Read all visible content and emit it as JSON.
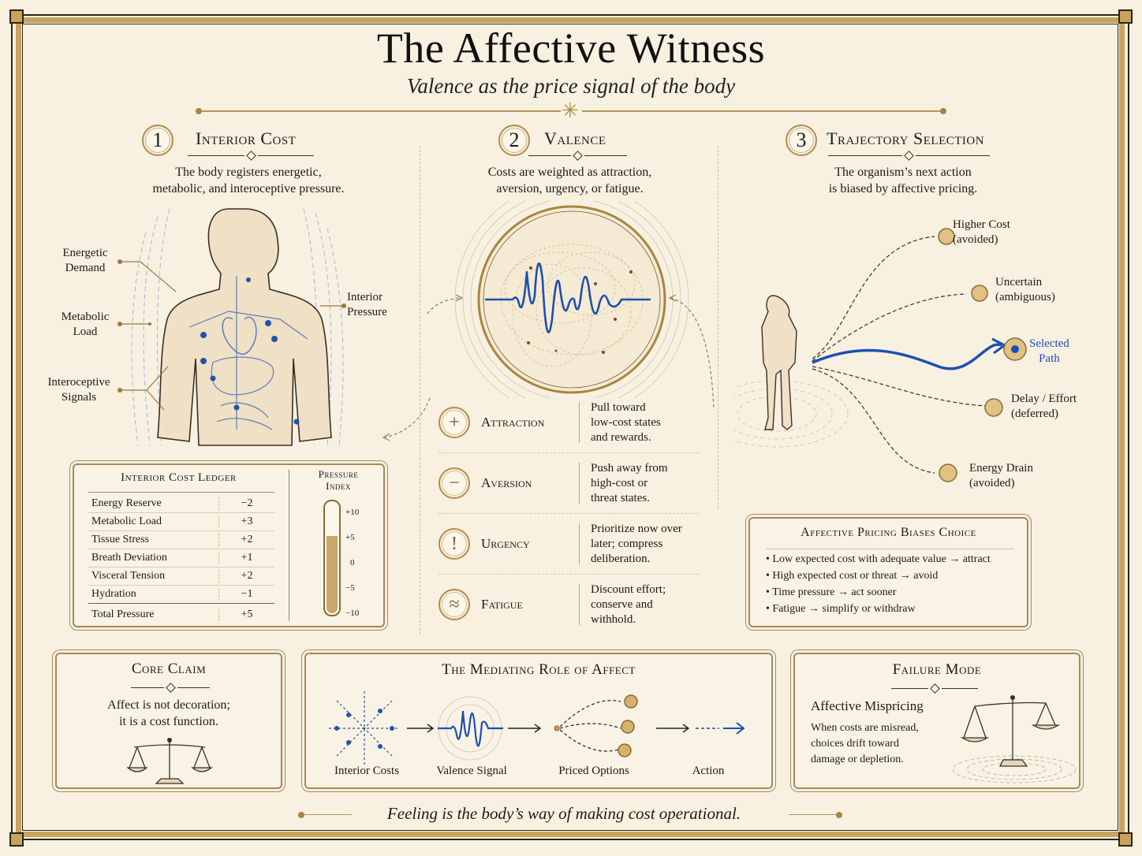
{
  "header": {
    "title": "The Affective Witness",
    "subtitle": "Valence as the price signal of the body"
  },
  "sections": [
    {
      "number": "1",
      "title": "Interior Cost",
      "description_lines": [
        "The body registers energetic,",
        "metabolic, and interoceptive pressure."
      ],
      "body_labels": [
        {
          "line1": "Energetic",
          "line2": "Demand"
        },
        {
          "line1": "Metabolic",
          "line2": "Load"
        },
        {
          "line1": "Interoceptive",
          "line2": "Signals"
        },
        {
          "line1": "Interior",
          "line2": "Pressure"
        }
      ]
    },
    {
      "number": "2",
      "title": "Valence",
      "description_lines": [
        "Costs are weighted as attraction,",
        "aversion, urgency, or fatigue."
      ]
    },
    {
      "number": "3",
      "title": "Trajectory Selection",
      "description_lines": [
        "The organism’s next action",
        "is biased by affective pricing."
      ]
    }
  ],
  "ledger": {
    "title": "Interior Cost Ledger",
    "rows": [
      {
        "label": "Energy Reserve",
        "value": "−2"
      },
      {
        "label": "Metabolic Load",
        "value": "+3"
      },
      {
        "label": "Tissue Stress",
        "value": "+2"
      },
      {
        "label": "Breath Deviation",
        "value": "+1"
      },
      {
        "label": "Visceral Tension",
        "value": "+2"
      },
      {
        "label": "Hydration",
        "value": "−1"
      }
    ],
    "total": {
      "label": "Total Pressure",
      "value": "+5"
    },
    "gauge": {
      "title_line1": "Pressure",
      "title_line2": "Index",
      "ticks": [
        "+10",
        "+5",
        "0",
        "−5",
        "−10"
      ],
      "fill_level": "+5",
      "fill_color": "#c9a669"
    }
  },
  "valence_types": [
    {
      "icon": "plus-icon",
      "glyph": "+",
      "name": "Attraction",
      "desc": [
        "Pull toward",
        "low-cost states",
        "and rewards."
      ]
    },
    {
      "icon": "minus-icon",
      "glyph": "−",
      "name": "Aversion",
      "desc": [
        "Push away from",
        "high-cost or",
        "threat states."
      ]
    },
    {
      "icon": "exclamation-icon",
      "glyph": "!",
      "name": "Urgency",
      "desc": [
        "Prioritize now over",
        "later; compress",
        "deliberation."
      ]
    },
    {
      "icon": "waves-icon",
      "glyph": "≈",
      "name": "Fatigue",
      "desc": [
        "Discount effort;",
        "conserve and",
        "withhold."
      ]
    }
  ],
  "trajectories": [
    {
      "line1": "Higher Cost",
      "line2": "(avoided)"
    },
    {
      "line1": "Uncertain",
      "line2": "(ambiguous)"
    },
    {
      "line1": "Selected",
      "line2": "Path",
      "selected": true
    },
    {
      "line1": "Delay / Effort",
      "line2": "(deferred)"
    },
    {
      "line1": "Energy Drain",
      "line2": "(avoided)"
    }
  ],
  "pricing_box": {
    "title": "Affective Pricing Biases Choice",
    "bullets": [
      "Low expected cost with adequate value → attract",
      "High expected cost or threat → avoid",
      "Time pressure → act sooner",
      "Fatigue → simplify or withdraw"
    ]
  },
  "core_claim": {
    "title": "Core Claim",
    "lines": [
      "Affect is not decoration;",
      "it is a cost function."
    ]
  },
  "mediating": {
    "title": "The Mediating Role of Affect",
    "steps": [
      "Interior Costs",
      "Valence Signal",
      "Priced Options",
      "Action"
    ]
  },
  "failure_mode": {
    "title": "Failure Mode",
    "heading": "Affective Mispricing",
    "lines": [
      "When costs are misread,",
      "choices drift toward",
      "damage or depletion."
    ]
  },
  "footer": {
    "quote": "Feeling is the body’s way of making cost operational."
  },
  "colors": {
    "paper": "#f8f1e2",
    "gold": "#c9a35c",
    "ink": "#1e1a14",
    "accent_blue": "#1d4fb0"
  }
}
